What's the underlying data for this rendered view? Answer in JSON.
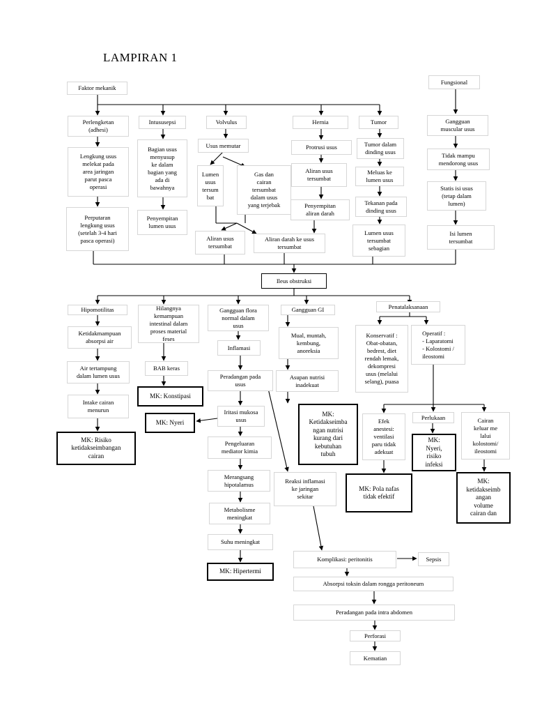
{
  "title": "LAMPIRAN 1",
  "nodes": {
    "faktor_mekanik": "Faktor mekanik",
    "fungsional": "Fungsional",
    "perlengketan": "Perlengketan\n(adhesi)",
    "intususepsi": "Intususepsi",
    "volvulus": "Volvulus",
    "hernia": "Hernia",
    "tumor": "Tumor",
    "gangguan_muscular": "Gangguan\nmuscular usus",
    "lengkung_usus": "Lengkung usus\nmelekat pada\narea jaringan\nparut pasca\noperasi",
    "bagian_usus": "Bagian usus\nmenyusup\nke dalam\nbagian yang\nada di\nbawahnya",
    "usus_memutar": "Usus memutar",
    "protrusi": "Protrusi usus",
    "tumor_dinding": "Tumor dalam\ndinding usus",
    "tidak_mampu": "Tidak mampu\nmendorong usus",
    "lumen_tersumbat": "Lumen\nusus\ntersum\nbat",
    "gas_cairan": "Gas dan\ncairan\ntersumbat\ndalam usus\nyang terjebak",
    "aliran_usus_hernia": "Aliran usus\ntersumbat",
    "meluas_lumen": "Meluas ke\nlumen usus",
    "statis_isi": "Statis isi usus\n(tetap dalam\nlumen)",
    "perputaran": "Perputaran\nlengkung usus\n(setelah 3-4 hari\npasca operasi)",
    "penyempitan_lumen": "Penyempitan\nlumen usus",
    "penyempitan_aliran": "Penyempitan\naliran darah",
    "tekanan_dinding": "Tekanan pada\ndinding usus",
    "aliran_usus_volvulus": "Aliran usus\ntersumbat",
    "aliran_darah": "Aliran darah ke usus\ntersumbat",
    "lumen_usus_sebagian": "Lumen usus\ntersumbat\nsebagian",
    "isi_lumen": "Isi lumen\ntersumbat",
    "ileus": "Ileus obstruksi",
    "hipomotilitas": "Hipomotilitas",
    "hilangnya": "Hilangnya\nkemampuan\nintestinal dalam\nproses material\nfeses",
    "gangguan_flora": "Gangguan flora\nnormal dalam\nusus",
    "gangguan_gi": "Gangguan GI",
    "penatalaksanaan": "Penatalaksanaan",
    "ketidakmampuan": "Ketidakmampuan\nabsorpsi air",
    "inflamasi": "Inflamasi",
    "mual": "Mual, muntah,\nkembung,\nanoreksia",
    "konservatif": "Konservatif :\nObat-obatan,\nbedrest, diet\nrendah lemak,\ndekompresi\nusus (melalui\nselang), puasa",
    "operatif": "Operatif :\n- Laparatomi\n- Kolostomi /\n  ileostomi",
    "air_tertampung": "Air tertampung\ndalam lumen usus",
    "bab_keras": "BAB keras",
    "peradangan_usus": "Peradangan pada\nusus",
    "asupan_nutrisi": "Asupan nutrisi\ninadekuat",
    "mk_konstipasi": "MK: Konstipasi",
    "intake_cairan": "Intake cairan\nmenurun",
    "iritasi_mukosa": "Iritasi mukosa\nusus",
    "mk_nyeri": "MK: Nyeri",
    "mk_ketidakseimbangan_nutrisi": "MK:\nKetidakseimba\nngan nutrisi\nkurang dari\nkebutuhan\ntubuh",
    "efek_anestesi": "Efek\nanestesi:\nventilasi\nparu tidak\nadekuat",
    "perlukaan": "Perlukaan",
    "cairan_keluar": "Cairan\nkeluar me\nlalui\nkolostomi/\nileostomi",
    "mk_risiko_cairan": "MK: Risiko\nketidakseimbangan\ncairan",
    "pengeluaran_mediator": "Pengeluaran\nmediator kimia",
    "mk_nyeri_infeksi": "MK:\nNyeri,\nrisiko\ninfeksi",
    "merangsang": "Merangsang\nhipotalamus",
    "reaksi_inflamasi": "Reaksi inflamasi\nke jaringan\nsekitar",
    "mk_pola_nafas": "MK: Pola nafas\ntidak efektif",
    "mk_volume_cairan": "MK:\nketidakseimb\nangan\nvolume\ncairan dan",
    "metabolisme": "Metabolisme\nmeningkat",
    "suhu": "Suhu meningkat",
    "mk_hipertermi": "MK: Hipertermi",
    "komplikasi": "Komplikasi: peritonitis",
    "sepsis": "Sepsis",
    "absorpsi_toksin": "Absorpsi toksin dalam rongga peritoneum",
    "peradangan_abdomen": "Peradangan pada intra abdomen",
    "perforasi": "Perforasi",
    "kematian": "Kematian"
  }
}
